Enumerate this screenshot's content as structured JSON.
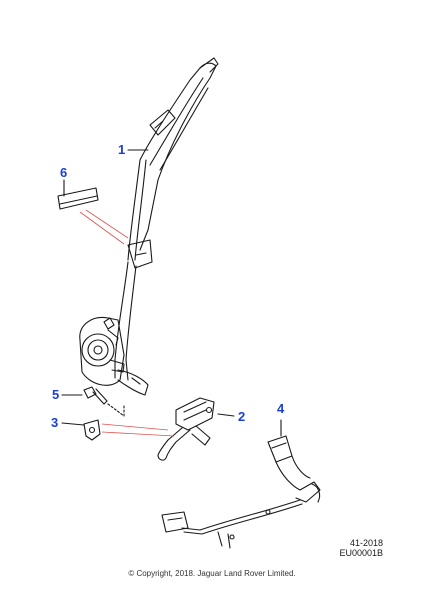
{
  "callouts": {
    "c1": "1",
    "c2": "2",
    "c3": "3",
    "c4": "4",
    "c5": "5",
    "c6": "6"
  },
  "reference": {
    "code": "41-2018",
    "illustration_id": "EU00001B"
  },
  "footer": {
    "copyright": "© Copyright, 2018. Jaguar Land Rover Limited."
  },
  "colors": {
    "callout": "#1a3fd6",
    "line_art": "#1a1a1a",
    "highlight_lines": "#e05050"
  }
}
